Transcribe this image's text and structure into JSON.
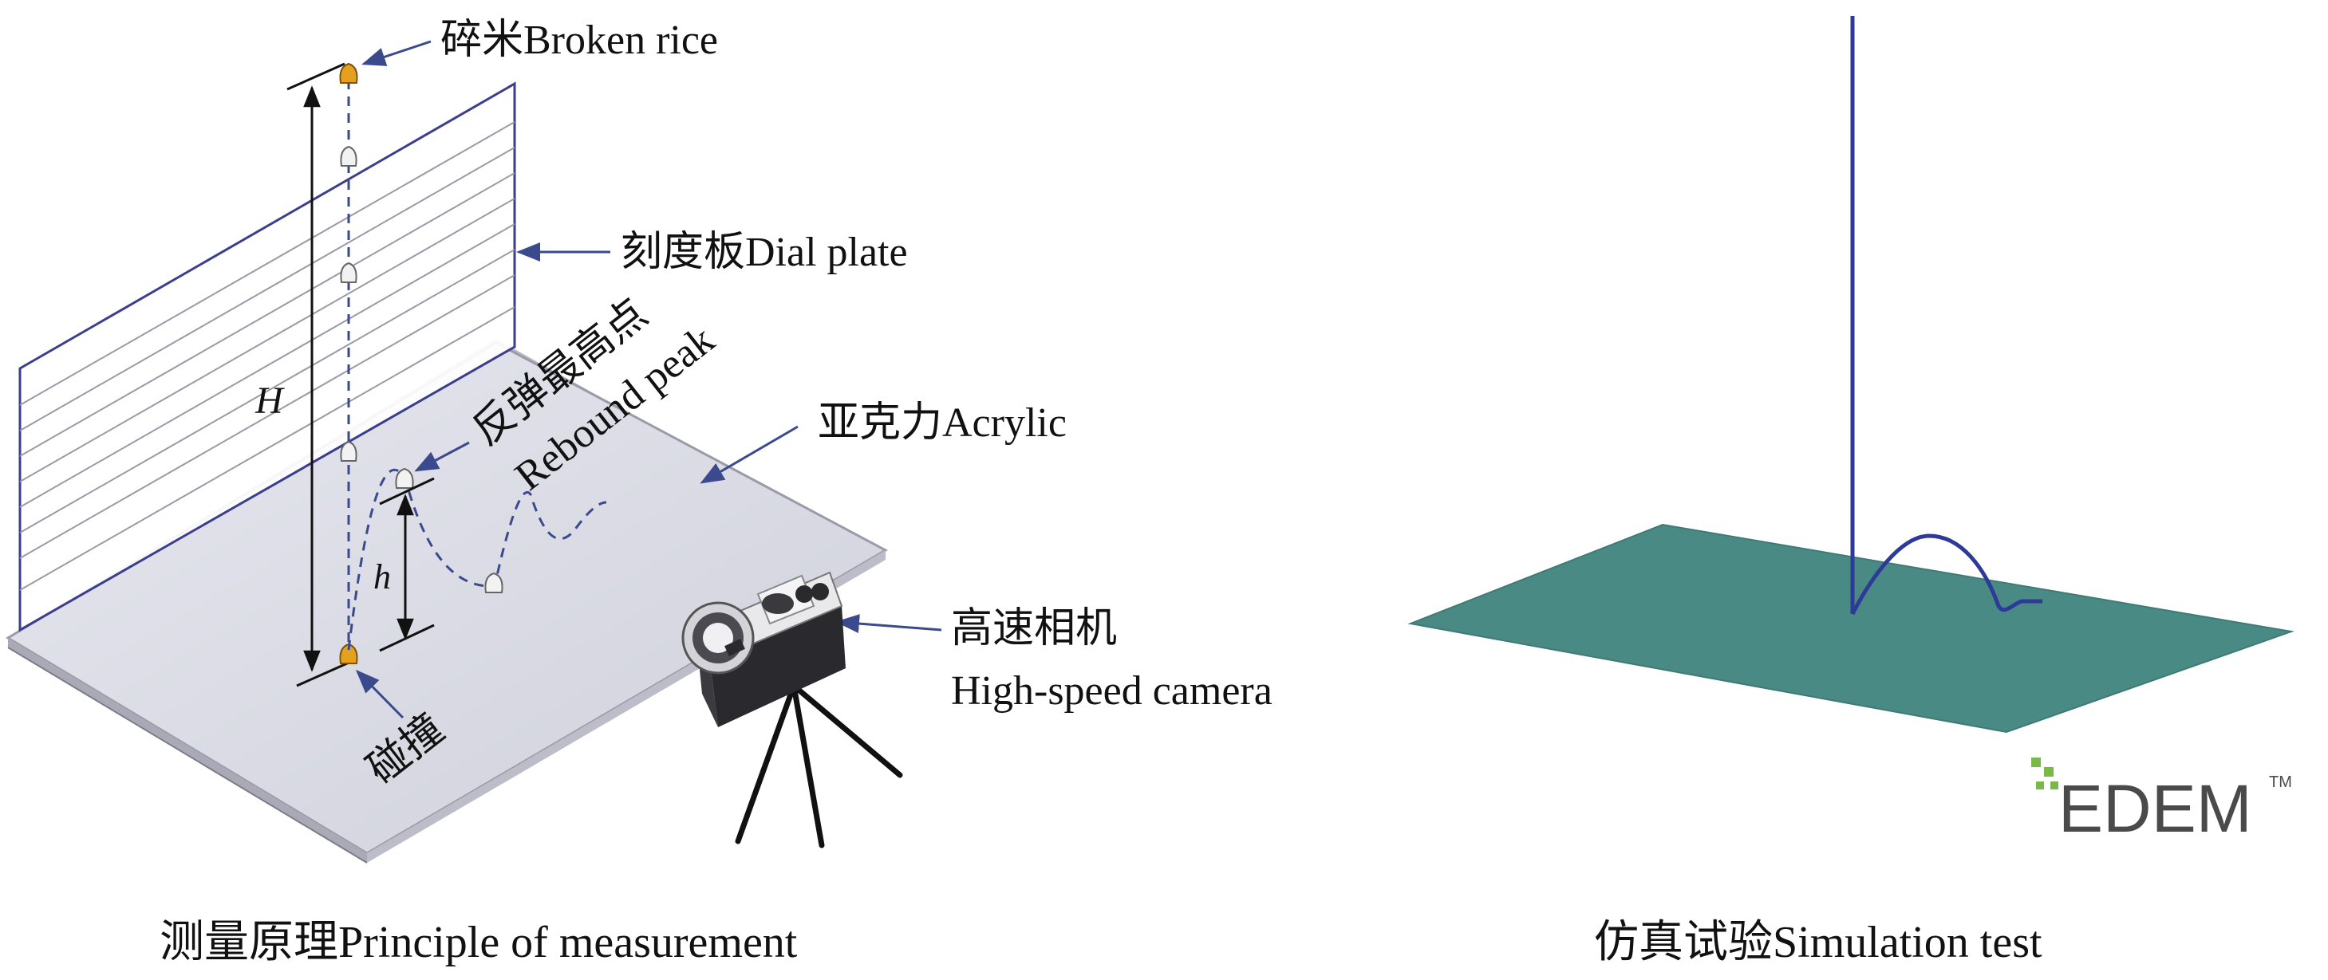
{
  "measurement_panel": {
    "broken_rice_label": "碎米Broken rice",
    "dial_plate_label": "刻度板Dial plate",
    "rebound_peak_cn": "反弹最高点",
    "rebound_peak_en": "Rebound peak",
    "acrylic_label": "亚克力Acrylic",
    "camera_label_cn": "高速相机",
    "camera_label_en": "High-speed camera",
    "collision_label": "碰撞",
    "drop_height_symbol": "H",
    "rebound_height_symbol": "h",
    "caption": "测量原理Principle of measurement"
  },
  "simulation_panel": {
    "logo_text": "EDEM",
    "logo_tm": "TM",
    "caption": "仿真试验Simulation test"
  },
  "colors": {
    "plate_fill": "#dcdde6",
    "plate_edge": "#9a9ba8",
    "dial_border": "#3a3e8c",
    "dial_lines": "#9a9aa8",
    "pointer_arrow": "#3a4a8c",
    "rice_orange": "#e6a020",
    "sim_plane": "#4a8a84",
    "sim_trajectory": "#2e3a98",
    "logo_gray": "#4a4a4a",
    "logo_green": "#7ab84a"
  }
}
